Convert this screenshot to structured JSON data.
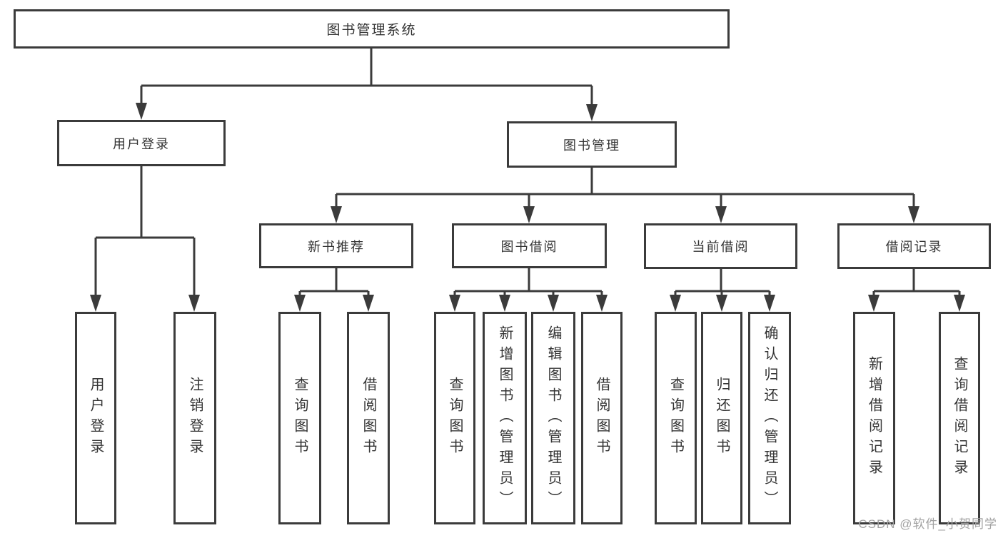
{
  "diagram": {
    "root": {
      "label": "图书管理系统"
    },
    "branches": [
      {
        "label": "用户登录",
        "children": [
          "用户登录",
          "注销登录"
        ]
      },
      {
        "label": "图书管理",
        "groups": [
          {
            "label": "新书推荐",
            "children": [
              "查询图书",
              "借阅图书"
            ]
          },
          {
            "label": "图书借阅",
            "children": [
              "查询图书",
              "新增图书（管理员）",
              "编辑图书（管理员）",
              "借阅图书"
            ]
          },
          {
            "label": "当前借阅",
            "children": [
              "查询图书",
              "归还图书",
              "确认归还（管理员）"
            ]
          },
          {
            "label": "借阅记录",
            "children": [
              "新增借阅记录",
              "查询借阅记录"
            ]
          }
        ]
      }
    ]
  },
  "watermark": "CSDN @软件_小贺同学",
  "colors": {
    "line": "#3b3b3b",
    "text": "#333333",
    "watermark": "#a2a2a2"
  }
}
